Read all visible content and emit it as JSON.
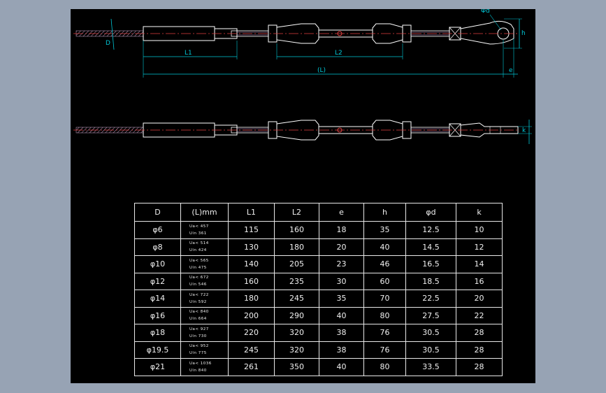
{
  "drawing": {
    "dims": {
      "D": "D",
      "L1": "L1",
      "L2": "L2",
      "L": "(L)",
      "e": "e",
      "h": "h",
      "phi_d": "Φd",
      "k": "k"
    }
  },
  "table": {
    "headers": [
      "D",
      "(L)mm",
      "L1",
      "L2",
      "e",
      "h",
      "φd",
      "k"
    ],
    "rows": [
      {
        "D": "φ6",
        "Lmax": "Ua< 457",
        "Lmin": "Uin 361",
        "L1": "115",
        "L2": "160",
        "e": "18",
        "h": "35",
        "d": "12.5",
        "k": "10"
      },
      {
        "D": "φ8",
        "Lmax": "Ua< 514",
        "Lmin": "Uin 424",
        "L1": "130",
        "L2": "180",
        "e": "20",
        "h": "40",
        "d": "14.5",
        "k": "12"
      },
      {
        "D": "φ10",
        "Lmax": "Ua< 565",
        "Lmin": "Uin 475",
        "L1": "140",
        "L2": "205",
        "e": "23",
        "h": "46",
        "d": "16.5",
        "k": "14"
      },
      {
        "D": "φ12",
        "Lmax": "Ua< 672",
        "Lmin": "Uin 546",
        "L1": "160",
        "L2": "235",
        "e": "30",
        "h": "60",
        "d": "18.5",
        "k": "16"
      },
      {
        "D": "φ14",
        "Lmax": "Ua< 722",
        "Lmin": "Uin 592",
        "L1": "180",
        "L2": "245",
        "e": "35",
        "h": "70",
        "d": "22.5",
        "k": "20"
      },
      {
        "D": "φ16",
        "Lmax": "Ua< 840",
        "Lmin": "Uin 664",
        "L1": "200",
        "L2": "290",
        "e": "40",
        "h": "80",
        "d": "27.5",
        "k": "22"
      },
      {
        "D": "φ18",
        "Lmax": "Ua< 927",
        "Lmin": "Uin 730",
        "L1": "220",
        "L2": "320",
        "e": "38",
        "h": "76",
        "d": "30.5",
        "k": "28"
      },
      {
        "D": "φ19.5",
        "Lmax": "Ua< 952",
        "Lmin": "Uin 775",
        "L1": "245",
        "L2": "320",
        "e": "38",
        "h": "76",
        "d": "30.5",
        "k": "28"
      },
      {
        "D": "φ21",
        "Lmax": "Ua< 1036",
        "Lmin": "Uin 840",
        "L1": "261",
        "L2": "350",
        "e": "40",
        "h": "80",
        "d": "33.5",
        "k": "28"
      }
    ]
  },
  "colors": {
    "background": "#97a3b4",
    "canvas": "#000000",
    "outline": "#ffffff",
    "centerline": "#e04040",
    "dimension": "#00c8d8",
    "thread": "#c8a0d8"
  }
}
